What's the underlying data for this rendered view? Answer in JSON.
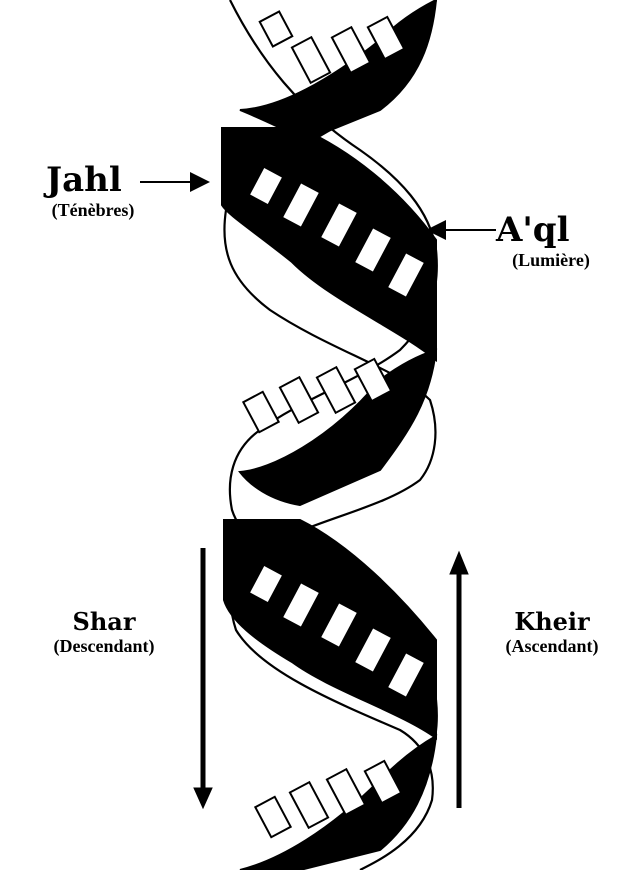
{
  "labels": {
    "jahl": {
      "main": "Jahl",
      "sub": "(Ténèbres)"
    },
    "aql": {
      "main": "A'ql",
      "sub": "(Lumière)"
    },
    "shar": {
      "main": "Shar",
      "sub": "(Descendant)"
    },
    "kheir": {
      "main": "Kheir",
      "sub": "(Ascendant)"
    }
  },
  "colors": {
    "strand_dark": "#000000",
    "strand_light": "#ffffff",
    "ink": "#000000"
  },
  "arrows": {
    "jahl_pointer": "right",
    "aql_pointer": "left",
    "shar_direction": "down",
    "kheir_direction": "up"
  }
}
